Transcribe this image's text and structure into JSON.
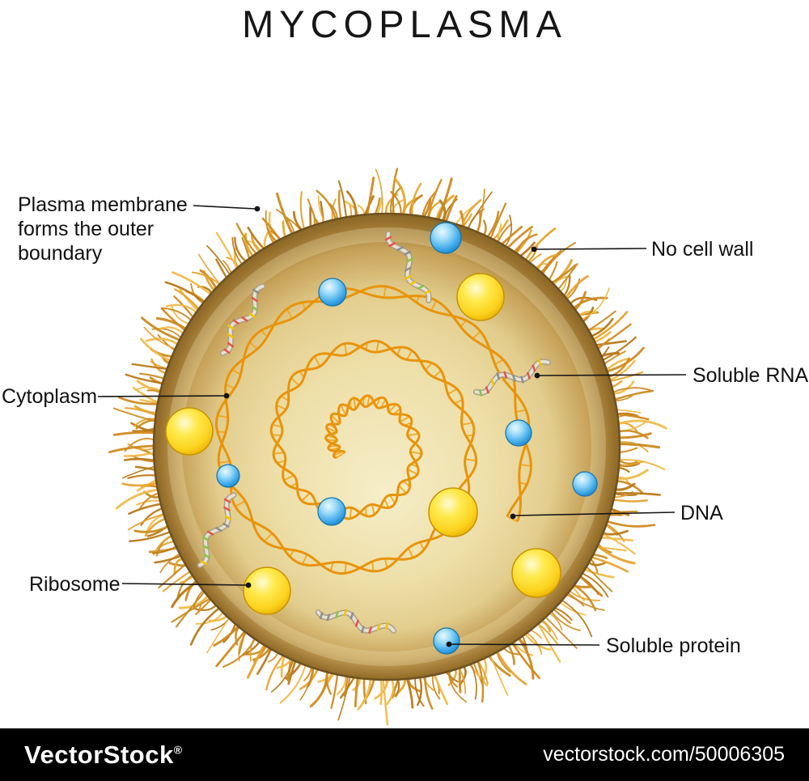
{
  "title": "MYCOPLASMA",
  "labels": {
    "plasma_membrane": "Plasma membrane\nforms the outer\nboundary",
    "no_cell_wall": "No cell wall",
    "cytoplasm": "Cytoplasm",
    "soluble_rna": "Soluble RNA",
    "dna": "DNA",
    "ribosome": "Ribosome",
    "soluble_protein": "Soluble protein"
  },
  "footer": {
    "brand": "VectorStock",
    "registered_mark": "®",
    "site_ref": "vectorstock.com/50006305"
  },
  "colors": {
    "background": "#ffffff",
    "cell_center": "#f6eec9",
    "cell_mid": "#eedfa8",
    "cell_edge": "#7a5a20",
    "membrane_hair": "#d99527",
    "dna_strand": "#e8940c",
    "dna_rung": "#f2a722",
    "ribosome_yellow": "#fbd21d",
    "protein_blue": "#3fa9e9",
    "rna_ribbon": "#e6e0d0",
    "label_text": "#111111",
    "footer_bg": "#000000",
    "footer_text": "#ffffff"
  }
}
